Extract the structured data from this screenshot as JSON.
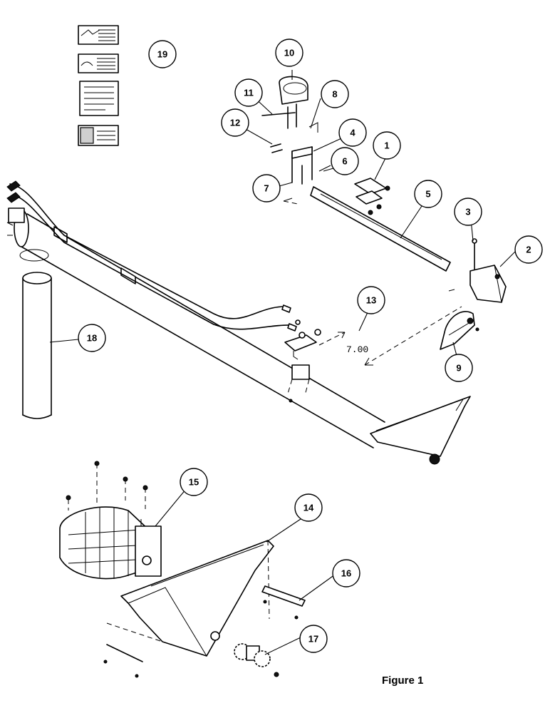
{
  "callouts": [
    {
      "id": "1",
      "label": "1"
    },
    {
      "id": "2",
      "label": "2"
    },
    {
      "id": "3",
      "label": "3"
    },
    {
      "id": "4",
      "label": "4"
    },
    {
      "id": "5",
      "label": "5"
    },
    {
      "id": "6",
      "label": "6"
    },
    {
      "id": "7",
      "label": "7"
    },
    {
      "id": "8",
      "label": "8"
    },
    {
      "id": "9",
      "label": "9"
    },
    {
      "id": "10",
      "label": "10"
    },
    {
      "id": "11",
      "label": "11"
    },
    {
      "id": "12",
      "label": "12"
    },
    {
      "id": "13",
      "label": "13"
    },
    {
      "id": "14",
      "label": "14"
    },
    {
      "id": "15",
      "label": "15"
    },
    {
      "id": "16",
      "label": "16"
    },
    {
      "id": "17",
      "label": "17"
    },
    {
      "id": "18",
      "label": "18"
    },
    {
      "id": "19",
      "label": "19"
    }
  ],
  "dimension_label": "7.00",
  "figure_caption": "Figure 1"
}
